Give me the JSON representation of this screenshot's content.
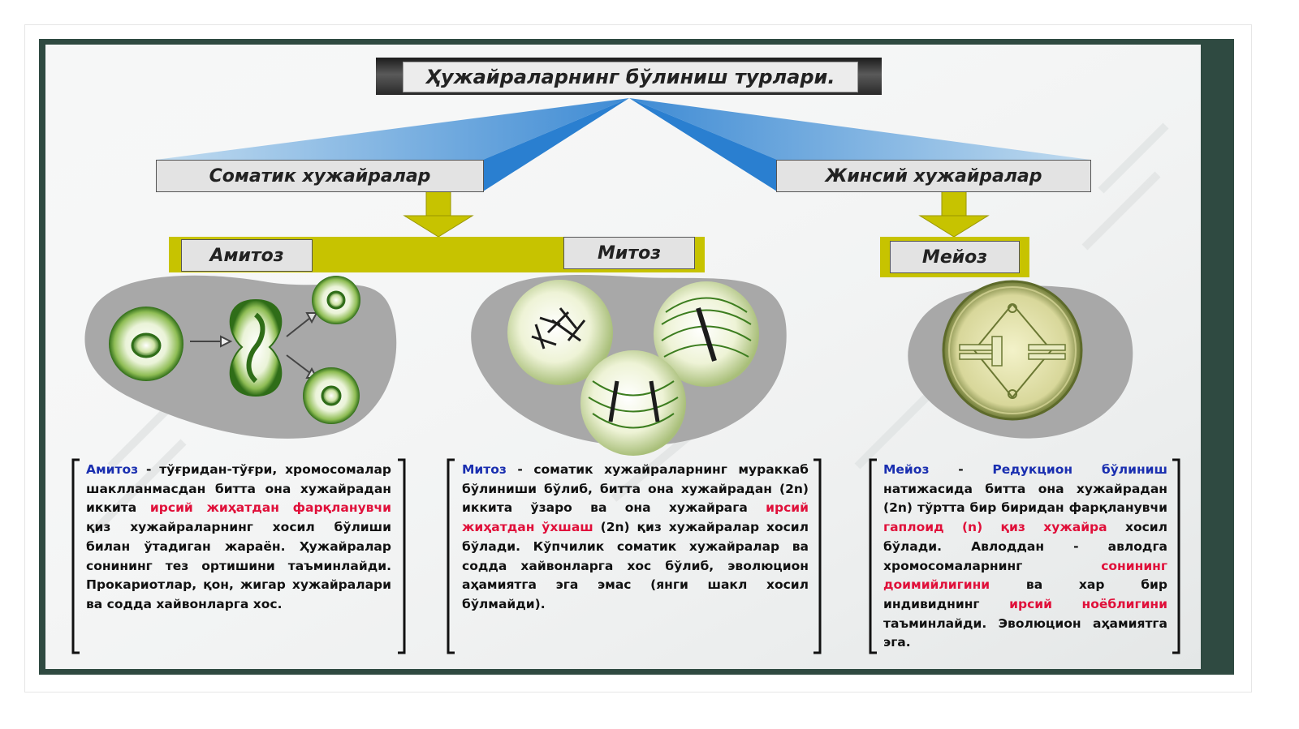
{
  "title": "Ҳужайраларнинг бўлиниш турлари.",
  "categories": {
    "somatic": "Соматик хужайралар",
    "sexual": "Жинсий хужайралар"
  },
  "types": {
    "amitosis": "Амитоз",
    "mitosis": "Митоз",
    "meiosis": "Мейоз"
  },
  "descriptions": {
    "amitosis": {
      "term": "Амитоз",
      "part1": " - тўғридан-тўғри, хромосомалар шаклланмасдан битта она хужайрадан иккита ",
      "red1": "ирсий жиҳатдан фарқланувчи",
      "part2": " қиз хужайраларнинг хосил бўлиши билан ўтадиган жараён. Ҳужайралар сонининг тез ортишини таъминлайди. Прокариотлар, қон, жигар хужайралари ва содда хайвонларга хос."
    },
    "mitosis": {
      "term": "Митоз",
      "part1": " - соматик хужайраларнинг мураккаб бўлиниши бўлиб, битта она хужайрадан (2n) иккита ўзаро ва она хужайрага ",
      "red1": "ирсий жиҳатдан ўхшаш",
      "part2": " (2n) қиз хужайралар хосил бўлади. Кўпчилик соматик хужайралар ва содда хайвонларга хос бўлиб, эволюцион аҳамиятга эга эмас (янги шакл хосил бўлмайди)."
    },
    "meiosis": {
      "term": "Мейоз",
      "part1": " - ",
      "lead2": "Редукцион бўлиниш",
      "part2": " натижасида битта она хужайрадан (2n) тўртта бир биридан фарқланувчи ",
      "red1": "гаплоид (n) қиз хужайра",
      "part3": " хосил бўлади. Авлоддан - авлодга хромосомаларнинг ",
      "red2": "сонининг доимийлигини",
      "part4": " ва хар бир индивиднинг ",
      "red3": "ирсий ноёблигини",
      "part5": " таъминлайди. Эволюцион аҳамиятга эга."
    }
  },
  "colors": {
    "frame": "#2f4a41",
    "olive": "#c7c300",
    "blue_fan": "#3a8fd6",
    "cell_green": "#2f7d1e",
    "blob_gray": "#a9a9a9",
    "term_blue": "#1a2fb0",
    "highlight_red": "#e0103a"
  }
}
